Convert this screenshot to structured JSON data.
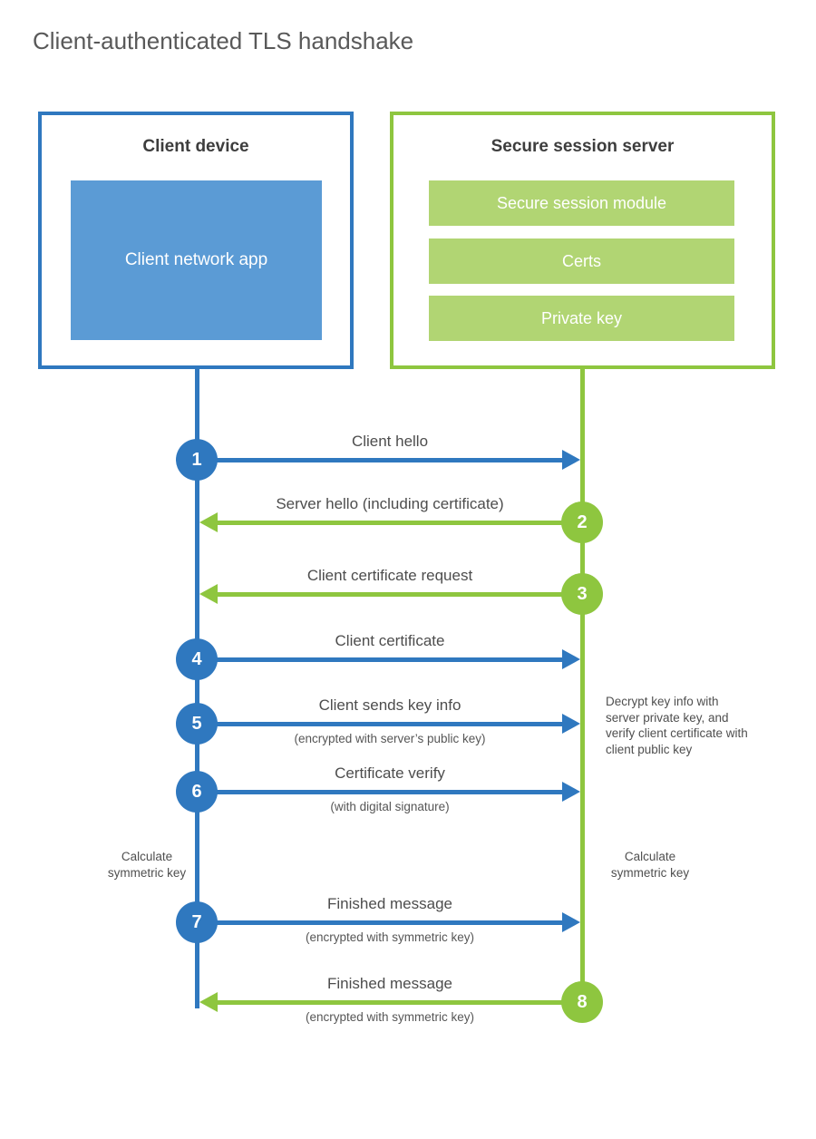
{
  "title": "Client-authenticated TLS handshake",
  "client": {
    "title": "Client device",
    "app_label": "Client network app"
  },
  "server": {
    "title": "Secure session server",
    "modules": [
      "Secure session module",
      "Certs",
      "Private key"
    ]
  },
  "steps": [
    {
      "num": "1",
      "label": "Client hello",
      "direction": "client-to-server",
      "color": "blue"
    },
    {
      "num": "2",
      "label": "Server hello (including certificate)",
      "direction": "server-to-client",
      "color": "green"
    },
    {
      "num": "3",
      "label": "Client certificate request",
      "direction": "server-to-client",
      "color": "green"
    },
    {
      "num": "4",
      "label": "Client certificate",
      "direction": "client-to-server",
      "color": "blue"
    },
    {
      "num": "5",
      "label": "Client sends key info",
      "sub": "(encrypted with server’s public key)",
      "direction": "client-to-server",
      "color": "blue"
    },
    {
      "num": "6",
      "label": "Certificate verify",
      "sub": "(with digital signature)",
      "direction": "client-to-server",
      "color": "blue"
    },
    {
      "num": "7",
      "label": "Finished message",
      "sub": "(encrypted with symmetric key)",
      "direction": "client-to-server",
      "color": "blue"
    },
    {
      "num": "8",
      "label": "Finished message",
      "sub": "(encrypted with symmetric key)",
      "direction": "server-to-client",
      "color": "green"
    }
  ],
  "notes": {
    "decrypt": "Decrypt key info with server private key, and verify client certificate with client public key",
    "calc_left": "Calculate symmetric key",
    "calc_right": "Calculate symmetric key"
  },
  "colors": {
    "blue": "#2f78bf",
    "blue_fill": "#5b9bd5",
    "green": "#8ec63f",
    "green_fill": "#b1d573"
  }
}
